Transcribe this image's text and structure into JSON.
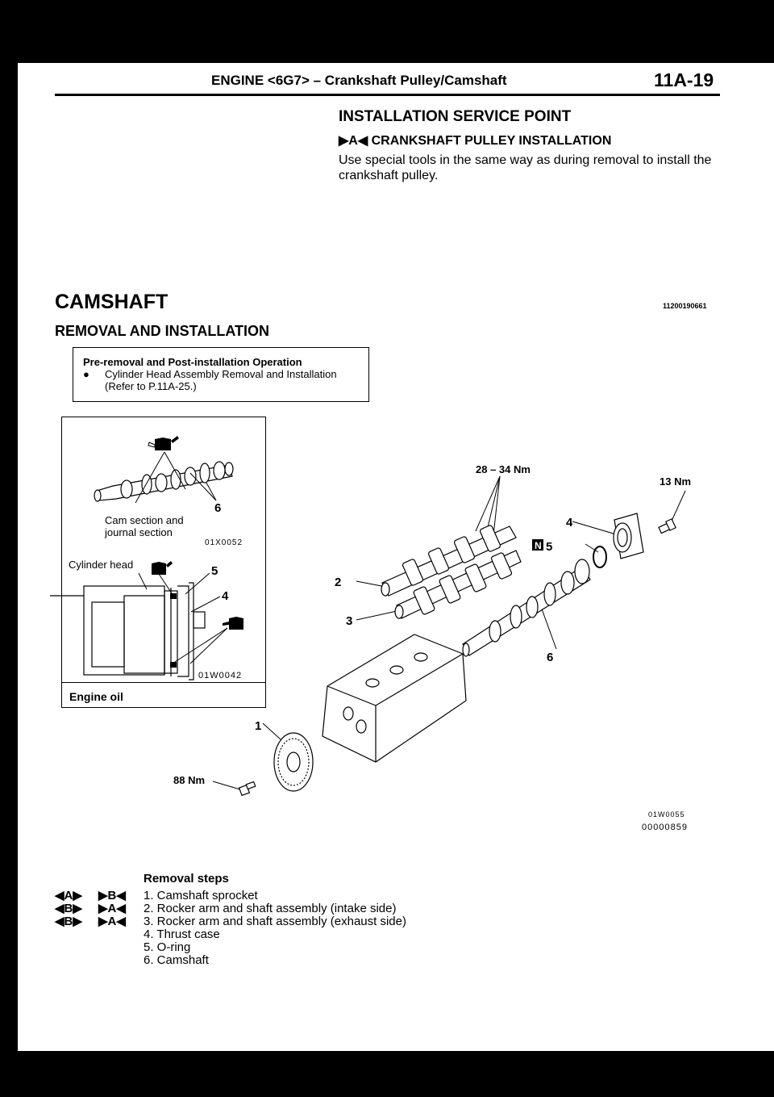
{
  "header": {
    "title": "ENGINE <6G7> – Crankshaft Pulley/Camshaft",
    "page_number": "11A-19"
  },
  "installation_service_point": {
    "title": "INSTALLATION SERVICE POINT",
    "subtitle": "▶A◀ CRANKSHAFT PULLEY INSTALLATION",
    "body": "Use special tools in the same way as during removal to install the crankshaft pulley."
  },
  "section": {
    "title": "CAMSHAFT",
    "code": "11200190661",
    "subtitle": "REMOVAL AND INSTALLATION"
  },
  "pre_removal": {
    "title": "Pre-removal and Post-installation Operation",
    "bullet": "●",
    "item_line1": "Cylinder Head Assembly Removal and Installation",
    "item_line2": "(Refer to P.11A-25.)"
  },
  "inset": {
    "cam_label_1": "Cam section and",
    "cam_label_2": "journal section",
    "code_1": "01X0052",
    "cylinder_head": "Cylinder head",
    "code_2": "01W0042",
    "engine_oil": "Engine oil",
    "callout_6": "6",
    "callout_5": "5",
    "callout_4": "4"
  },
  "diagram": {
    "torque_rocker": "28 – 34 Nm",
    "torque_thrust": "13 Nm",
    "torque_sprocket": "88 Nm",
    "n_mark": "N",
    "callouts": [
      "1",
      "2",
      "3",
      "4",
      "5",
      "6"
    ],
    "code_1": "01W0055",
    "code_2": "00000859"
  },
  "removal_steps": {
    "title": "Removal steps",
    "steps": [
      "1. Camshaft  sprocket",
      "2. Rocker  arm  and  shaft  assembly  (intake  side)",
      "3. Rocker  arm  and  shaft  assembly  (exhaust  side)",
      "4. Thrust  case",
      "5. O-ring",
      "6. Camshaft"
    ],
    "removal_markers": [
      "◀A▶",
      "◀B▶",
      "◀B▶"
    ],
    "install_markers": [
      "▶B◀",
      "▶A◀",
      "▶A◀"
    ]
  }
}
